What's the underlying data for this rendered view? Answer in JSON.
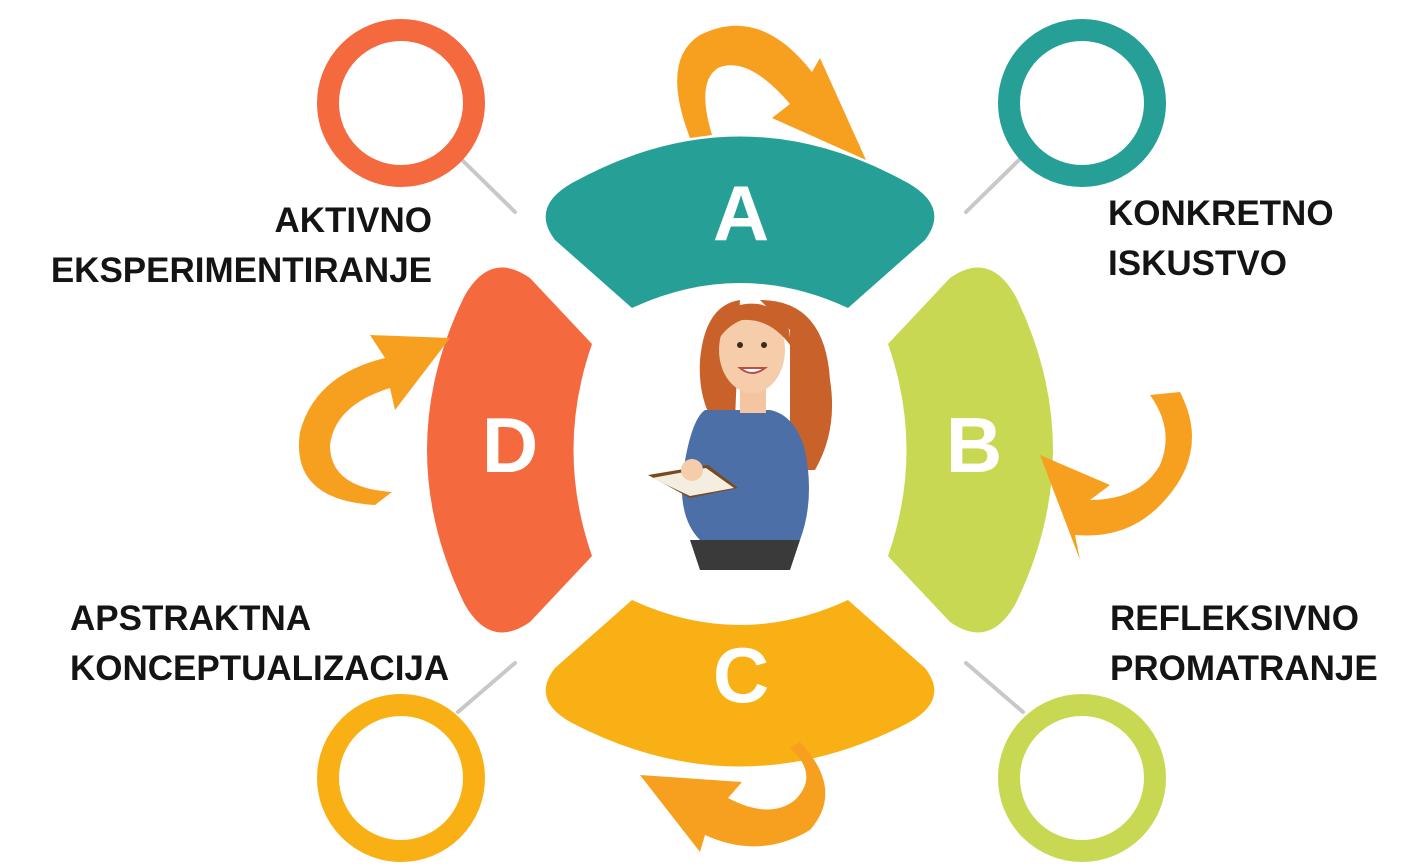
{
  "colors": {
    "teal": "#26A096",
    "lime": "#C9D852",
    "amber": "#F8B014",
    "coral": "#F4693E",
    "arrow": "#F7A01F",
    "connector": "#C8C8C8",
    "text": "#141414"
  },
  "segments": {
    "a": {
      "letter": "A"
    },
    "b": {
      "letter": "B"
    },
    "c": {
      "letter": "C"
    },
    "d": {
      "letter": "D"
    }
  },
  "stages": {
    "top_right": {
      "line1": "KONKRETNO",
      "line2": "ISKUSTVO"
    },
    "bottom_right": {
      "line1": "REFLEKSIVNO",
      "line2": "PROMATRANJE"
    },
    "bottom_left": {
      "line1": "APSTRAKTNA",
      "line2": "KONCEPTUALIZACIJA"
    },
    "top_left": {
      "line1": "AKTIVNO",
      "line2": "EKSPERIMENTIRANJE"
    }
  },
  "center_figure": {
    "icon": "teacher-with-notebook-icon"
  },
  "cycle_arrows": {
    "icon": "curved-arrow-icon"
  }
}
